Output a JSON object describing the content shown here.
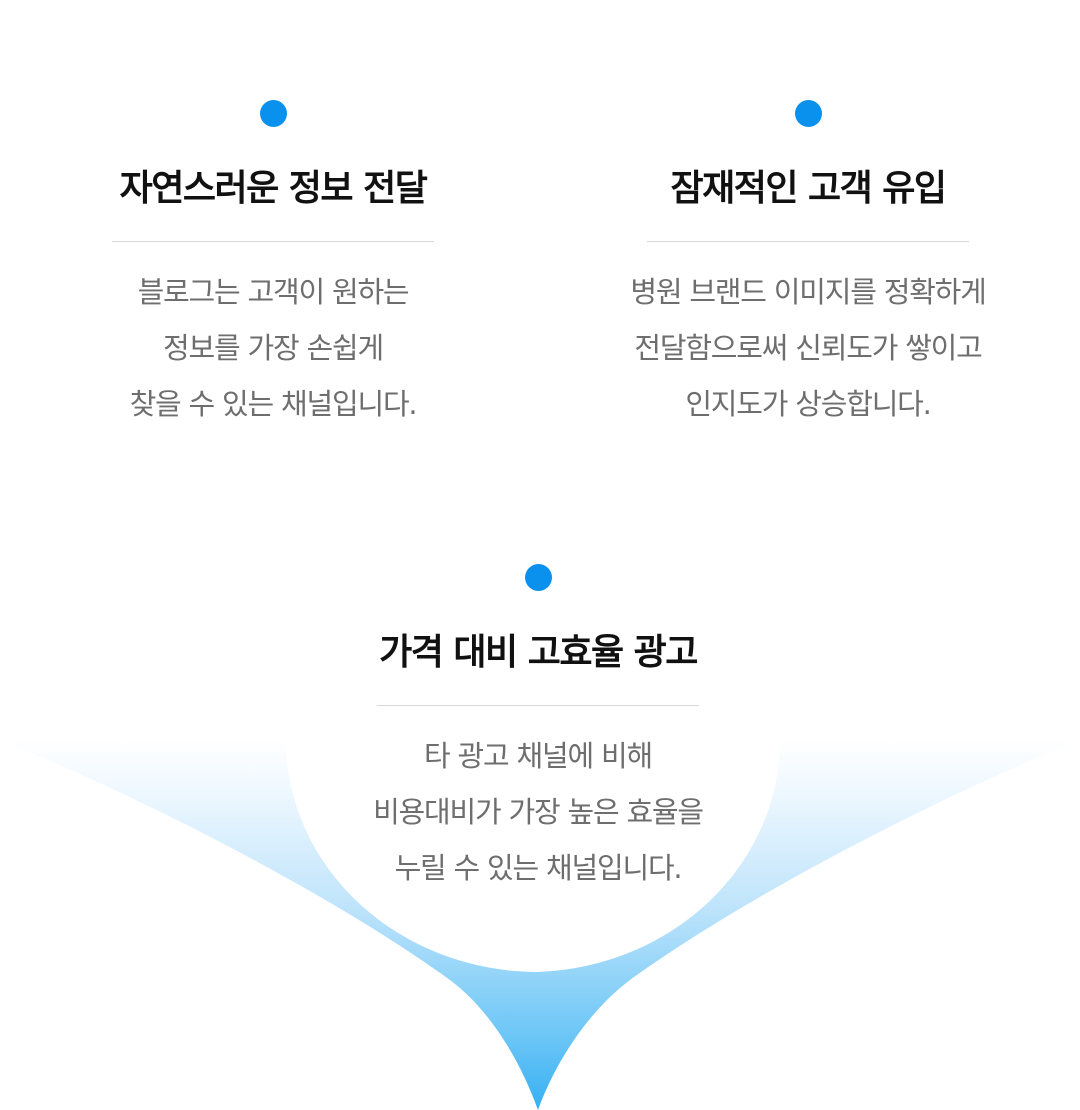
{
  "colors": {
    "accent_dot": "#0a91ee",
    "title_text": "#111111",
    "body_text": "#6e6e6e",
    "divider": "#d9d9d9",
    "gradient_light": "#eef8ff",
    "gradient_dark": "#3db3f4"
  },
  "features": [
    {
      "title": "자연스러운 정보 전달",
      "lines": [
        "블로그는 고객이 원하는",
        "정보를 가장 손쉽게",
        "찾을 수 있는 채널입니다."
      ]
    },
    {
      "title": "잠재적인 고객 유입",
      "lines": [
        "병원 브랜드 이미지를 정확하게",
        "전달함으로써 신뢰도가 쌓이고",
        "인지도가 상승합니다."
      ]
    },
    {
      "title": "가격 대비 고효율 광고",
      "lines": [
        "타 광고 채널에 비해",
        "비용대비가 가장 높은 효율을",
        "누릴 수 있는 채널입니다."
      ]
    }
  ]
}
